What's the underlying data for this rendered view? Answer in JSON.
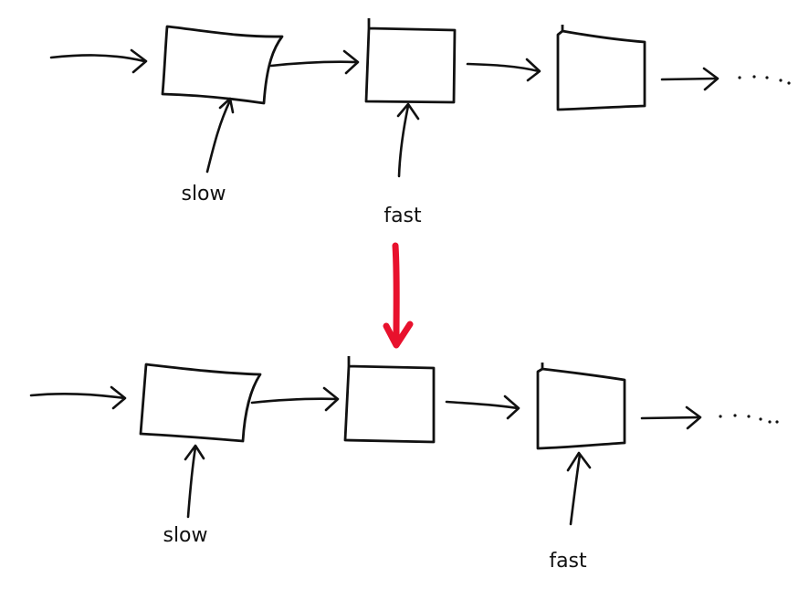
{
  "diagram": {
    "rows": [
      {
        "slow_label": "slow",
        "fast_label": "fast"
      },
      {
        "slow_label": "slow",
        "fast_label": "fast"
      }
    ],
    "colors": {
      "ink": "#111111",
      "transition_arrow": "#e8112d"
    }
  }
}
